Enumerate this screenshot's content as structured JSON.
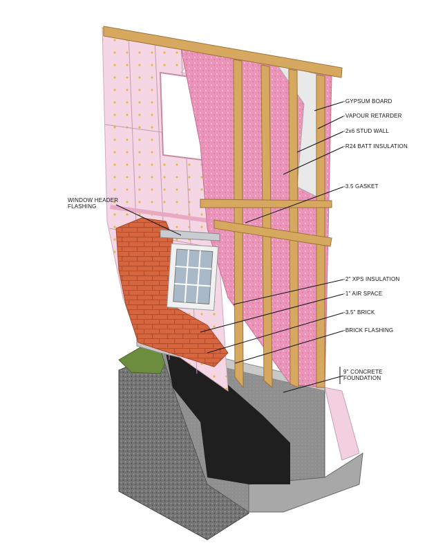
{
  "labels": {
    "gypsum_board": "GYPSUM BOARD",
    "vapour_retarder": "VAPOUR RETARDER",
    "stud_wall": "2x6 STUD WALL",
    "batt_insulation": "R24 BATT INSULATION",
    "gasket": "3.5 GASKET",
    "window_header_line1": "WINDOW HEADER",
    "window_header_line2": "FLASHING",
    "xps_insulation": "2\" XPS INSULATION",
    "air_space": "1\" AIR SPACE",
    "brick": "3.5\" BRICK",
    "brick_flashing": "BRICK FLASHING",
    "concrete_line1": "9\" CONCRETE",
    "concrete_line2": "FOUNDATION"
  },
  "colors": {
    "xps_pink": "#f3d3e2",
    "batt_pink": "#e88fb3",
    "stud_wood": "#d8aa62",
    "brick": "#d4643e",
    "concrete": "#8e8e8e",
    "gravel": "#6d6d6d",
    "membrane": "#222222",
    "grass": "#6a8a3c"
  }
}
